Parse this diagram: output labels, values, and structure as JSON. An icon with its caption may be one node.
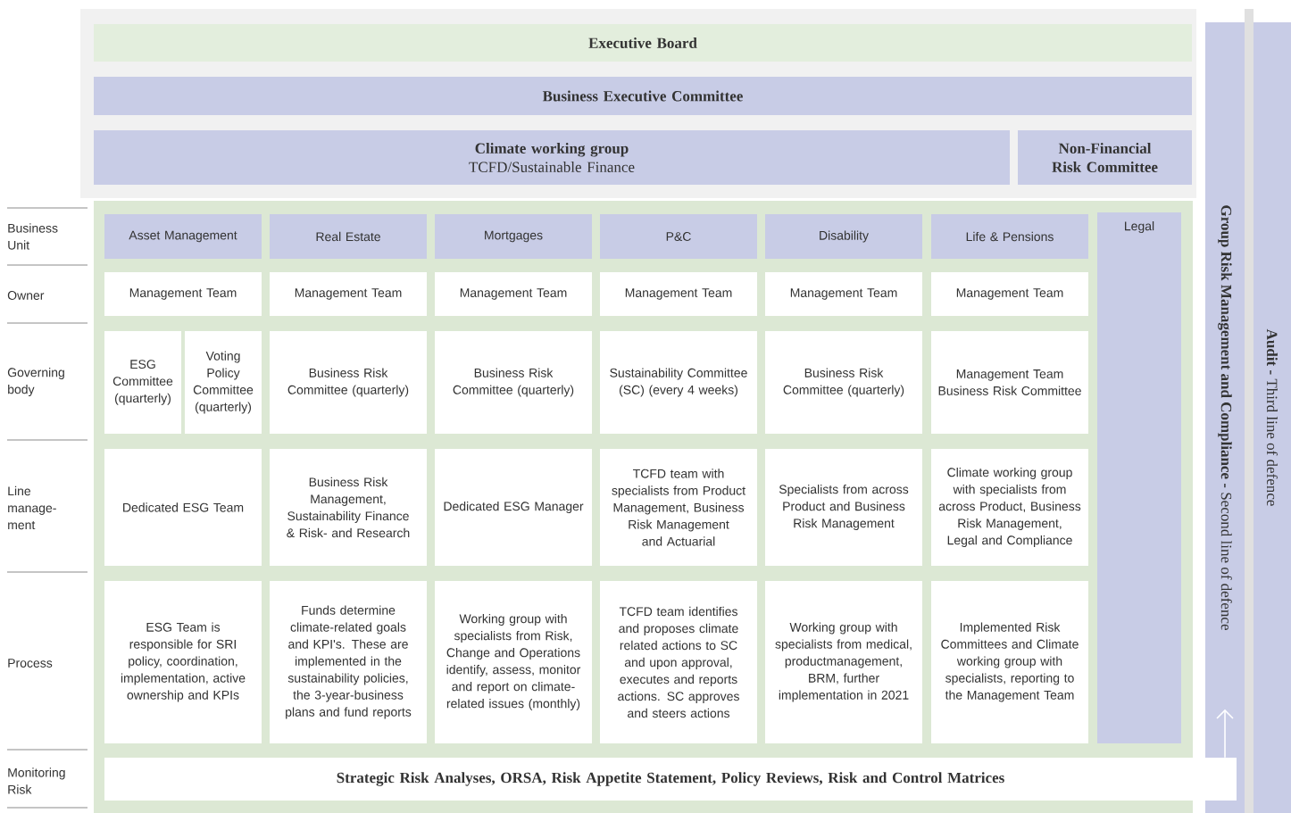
{
  "diagram": {
    "nodes": [
      {
        "text": [
          "Executive Board"
        ]
      },
      {
        "text": [
          "Business Executive Committee"
        ]
      },
      {
        "text": [
          "Climate working group",
          "TCFD/Sustainable Finance"
        ]
      },
      {
        "text": [
          "Non-Financial Risk Committee"
        ]
      },
      {
        "text": [
          "**Group Risk Management and Compliance -** Second line of defence"
        ]
      },
      {
        "text": [
          "**Audit -** Third line of defence"
        ]
      },
      {
        "text": [
          "Asset Management"
        ]
      },
      {
        "text": [
          "Real Estate"
        ]
      },
      {
        "text": [
          "Mortgages"
        ]
      },
      {
        "text": [
          "P&C"
        ]
      },
      {
        "text": [
          "Disability"
        ]
      },
      {
        "text": [
          "Life & Pensions"
        ]
      },
      {
        "text": [
          "Legal"
        ]
      },
      {
        "text": [
          "Management Team"
        ]
      },
      {
        "text": [
          "Management Team"
        ]
      },
      {
        "text": [
          "Management Team"
        ]
      },
      {
        "text": [
          "Management Team"
        ]
      },
      {
        "text": [
          "Management Team"
        ]
      },
      {
        "text": [
          "Management Team"
        ]
      },
      {
        "text": [
          "ESG Committee (quarterly)"
        ]
      },
      {
        "text": [
          "Voting Policy Committee (quarterly)"
        ]
      },
      {
        "text": [
          "Business Risk Committee (quarterly)"
        ]
      },
      {
        "text": [
          "Business Risk Committee (quarterly)"
        ]
      },
      {
        "text": [
          "Sustainability Committee (SC) (every 4 weeks)"
        ]
      },
      {
        "text": [
          "Business Risk Committee (quarterly)"
        ]
      },
      {
        "text": [
          "Management Team Business Risk Committee"
        ]
      },
      {
        "text": [
          "Dedicated ESG Team"
        ]
      },
      {
        "text": [
          "Business Risk Management, Sustainability Finance & Risk- and Research"
        ]
      },
      {
        "text": [
          "Dedicated ESG Manager"
        ]
      },
      {
        "text": [
          "TCFD team with specialists from Product Management, Business Risk Management and Actuarial"
        ]
      },
      {
        "text": [
          "Specialists from across Product and Business Risk Management"
        ]
      },
      {
        "text": [
          "Climate working group with specialists from across Product, Business Risk Management, Legal and Compliance"
        ]
      },
      {
        "text": [
          "ESG Team is responsible for SRI policy, coordination, implementation, active ownership and KPIs"
        ]
      },
      {
        "text": [
          "Funds determine climate-related goals and KPI's. These are implemented in the sustainability policies, the 3-year-business plans and fund reports"
        ]
      },
      {
        "text": [
          "Working group with specialists from Risk, Change and Operations identify, assess, monitor and report on climate-related issues (monthly)"
        ]
      },
      {
        "text": [
          "TCFD team identifies and proposes climate related actions to SC and upon approval, executes and reports actions. SC approves and steers actions"
        ]
      },
      {
        "text": [
          "Working group with specialists from medical, productmanagement, BRM, further implementation in 2021"
        ]
      },
      {
        "text": [
          "Implemented Risk Committees and Climate working group with specialists, reporting to the Management Team"
        ]
      },
      {
        "text": [
          "Strategic Risk Analyses, ORSA, Risk Appetite Statement, Policy Reviews, Risk and Control Matrices"
        ]
      }
    ],
    "edges": [
      {
        "from": 38,
        "to": 4,
        "arrow": "to",
        "color": "#ffffff"
      }
    ],
    "labels": [
      "Business Unit",
      "Owner",
      "Governing body",
      "Line manage- ment",
      "Process",
      "Monitoring Risk"
    ]
  }
}
